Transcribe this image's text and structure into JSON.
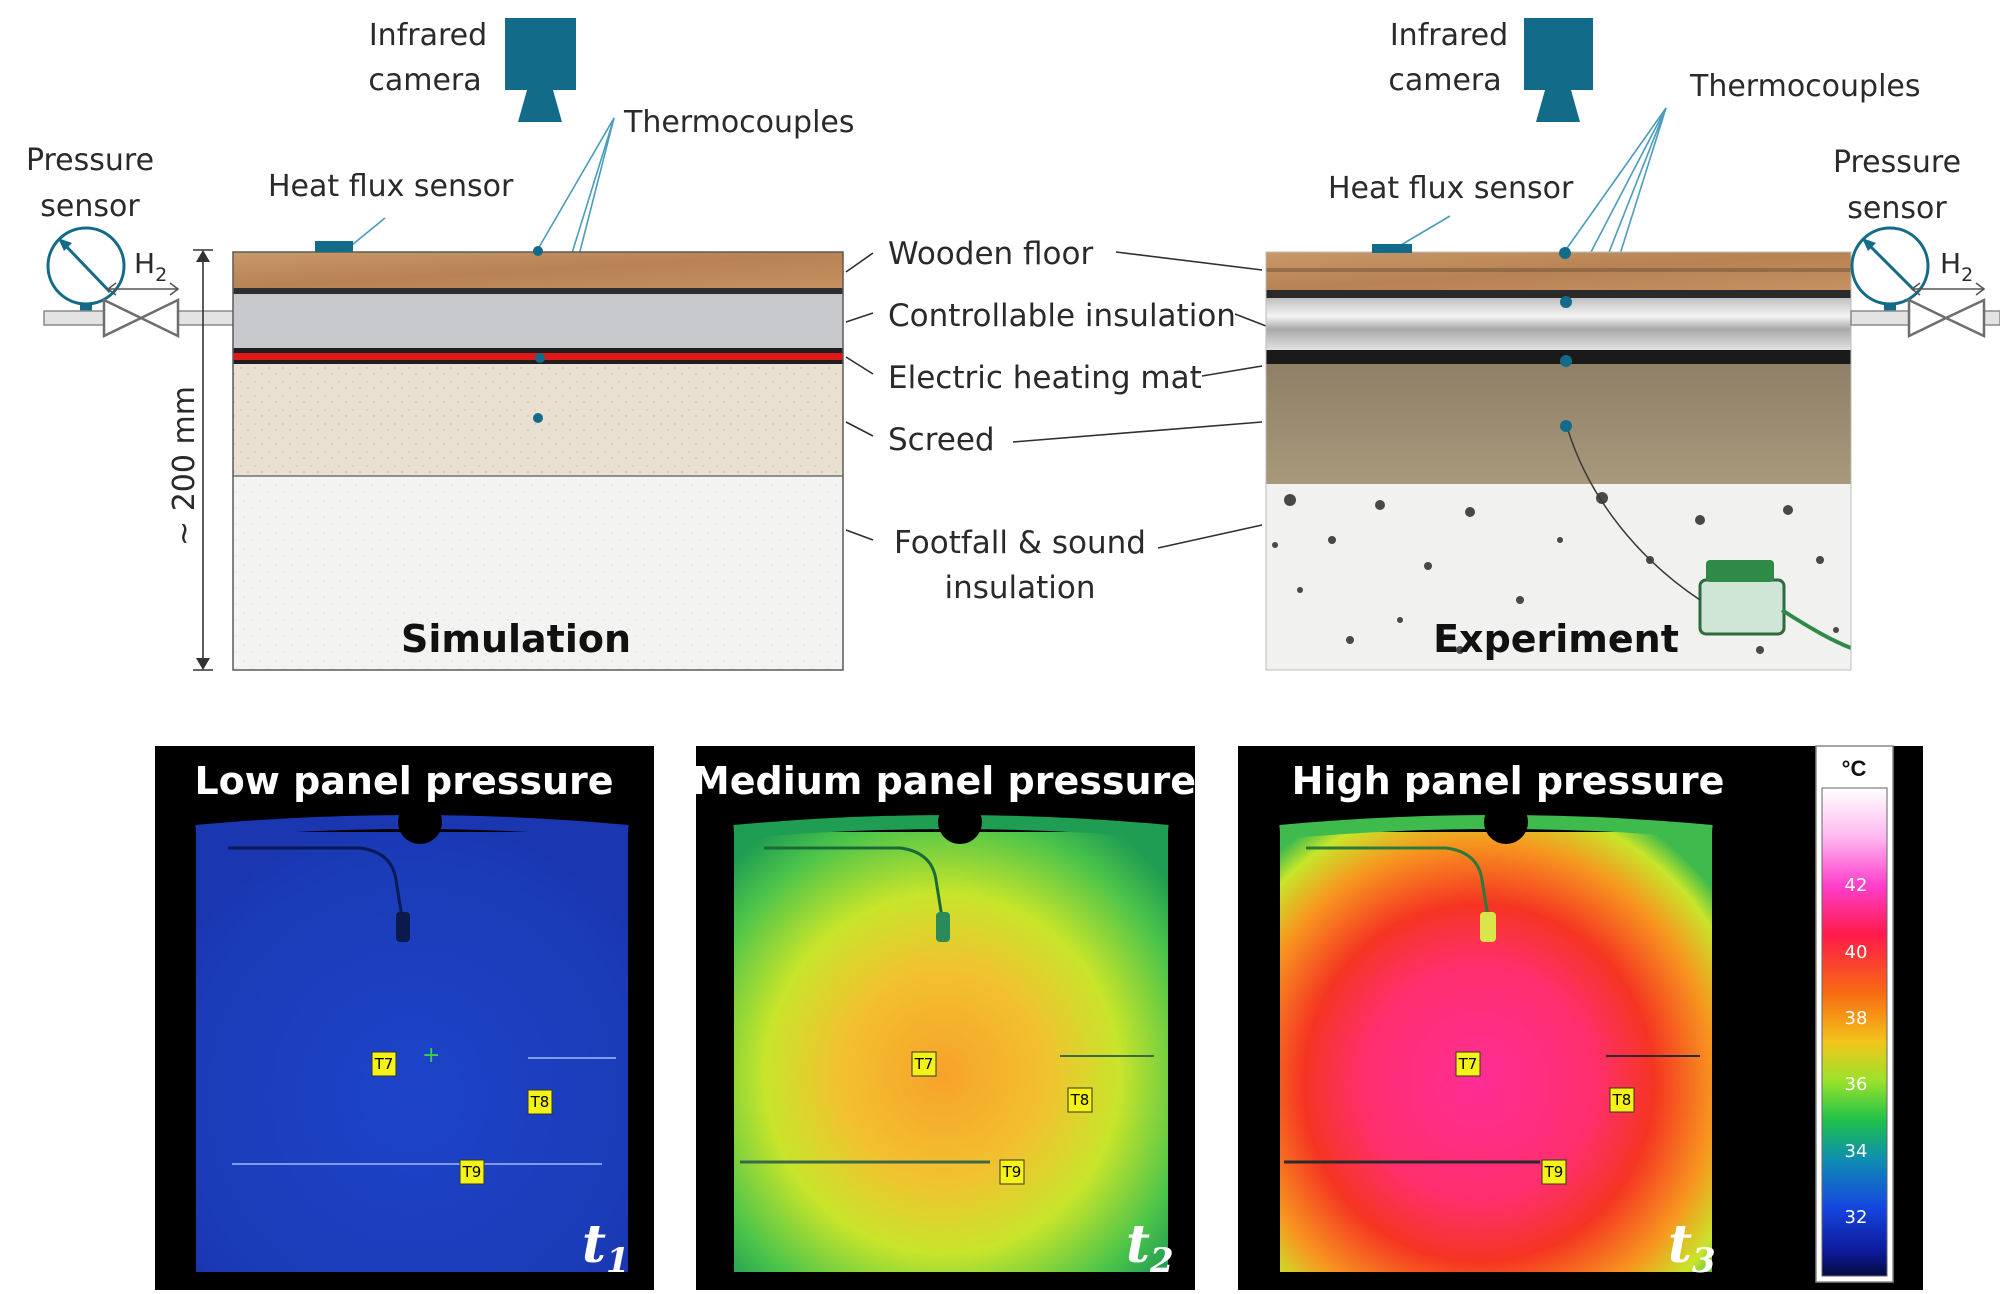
{
  "sim": {
    "infrared_camera": [
      "Infrared",
      "camera"
    ],
    "thermocouples": "Thermocouples",
    "pressure_sensor": [
      "Pressure",
      "sensor"
    ],
    "heat_flux_sensor": "Heat flux sensor",
    "gas_main": "H",
    "gas_sub": "2",
    "dimension": "~ 200 mm",
    "title": "Simulation"
  },
  "layers": {
    "wooden_floor": "Wooden floor",
    "controllable_insulation": "Controllable insulation",
    "electric_heating_mat": "Electric heating mat",
    "screed": "Screed",
    "footfall": [
      "Footfall & sound",
      "insulation"
    ]
  },
  "exp": {
    "infrared_camera": [
      "Infrared",
      "camera"
    ],
    "thermocouples": "Thermocouples",
    "pressure_sensor": [
      "Pressure",
      "sensor"
    ],
    "heat_flux_sensor": "Heat flux sensor",
    "gas_main": "H",
    "gas_sub": "2",
    "title": "Experiment"
  },
  "thermal": {
    "panels": [
      {
        "title": "Low panel pressure",
        "time_main": "t",
        "time_sub": "1",
        "level": "low"
      },
      {
        "title": "Medium panel pressure",
        "time_main": "t",
        "time_sub": "2",
        "level": "medium"
      },
      {
        "title": "High panel pressure",
        "time_main": "t",
        "time_sub": "3",
        "level": "high"
      }
    ],
    "markers": [
      "T7",
      "T8",
      "T9"
    ],
    "colorbar": {
      "unit": "°C",
      "ticks": [
        "42",
        "40",
        "38",
        "36",
        "34",
        "32"
      ]
    },
    "colors": {
      "low_core": "#1d43c9",
      "low_edge": "#1a36b0",
      "med_core": "#f7a22a",
      "med_mid": "#c8e52a",
      "med_edge": "#1f9d52",
      "high_core": "#ff2d95",
      "high_mid": "#f53522",
      "high_edge": "#c8e52a"
    }
  },
  "accent": "#136b8a"
}
